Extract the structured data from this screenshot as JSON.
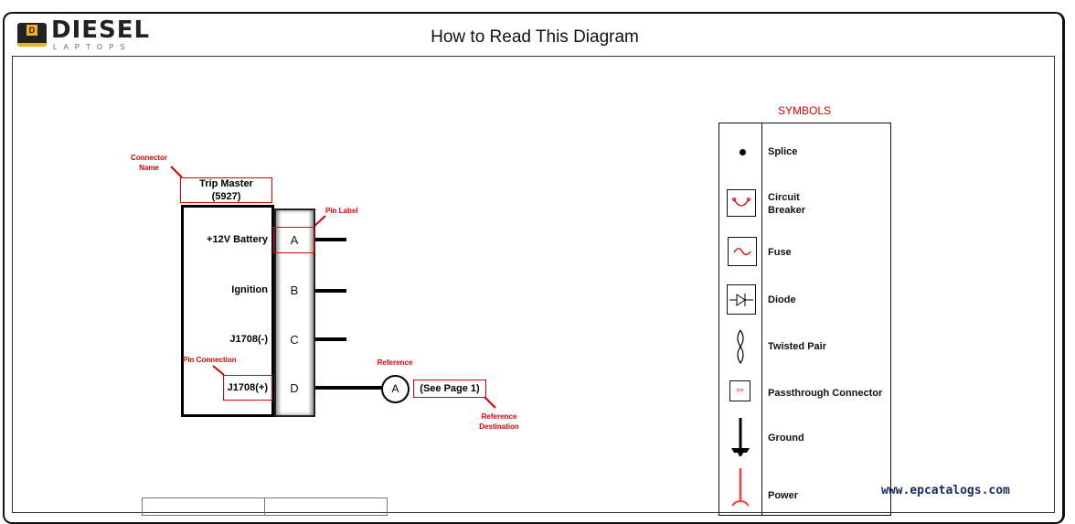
{
  "header": {
    "title": "How to Read This Diagram",
    "logo_word": "DIESEL",
    "logo_sub": "LAPTOPS",
    "logo_badge": "D"
  },
  "connector": {
    "name_line1": "Trip Master",
    "name_line2": "(5927)",
    "pins": [
      {
        "label": "+12V Battery",
        "pin": "A"
      },
      {
        "label": "Ignition",
        "pin": "B"
      },
      {
        "label": "J1708(-)",
        "pin": "C"
      },
      {
        "label": "J1708(+)",
        "pin": "D"
      }
    ]
  },
  "reference": {
    "letter": "A",
    "destination": "(See Page 1)"
  },
  "annotations": {
    "connector_name_1": "Connector",
    "connector_name_2": "Name",
    "pin_label": "Pin Label",
    "pin_connection": "Pin Connection",
    "reference": "Reference",
    "reference_dest_1": "Reference",
    "reference_dest_2": "Destination"
  },
  "symbols": {
    "title": "SYMBOLS",
    "items": [
      "Splice",
      "Circuit",
      "Breaker",
      "Fuse",
      "Diode",
      "Twisted Pair",
      "Passthrough Connector",
      "Ground",
      "Power"
    ],
    "pass_glyph": ">>"
  },
  "watermark": "www.epcatalogs.com",
  "colors": {
    "accent_red": "#e00000",
    "logo_yellow": "#f2b01e"
  }
}
